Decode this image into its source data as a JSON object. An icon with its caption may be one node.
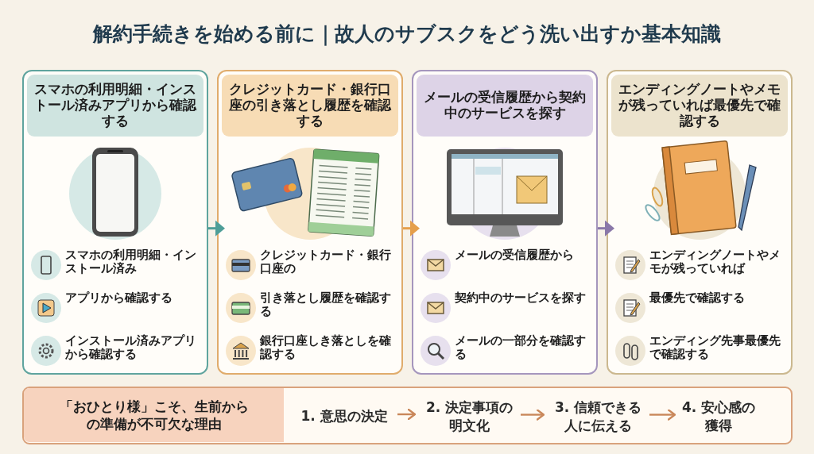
{
  "diagram": {
    "title": "解約手続きを始める前に｜故人のサブスクをどう洗い出すか基本知識",
    "nodes": [
      {
        "text": [
          "スマホの利用明細・インストール済みアプリから確認する",
          "スマホの利用明細・インストール済み",
          "アプリから確認する",
          "インストール済みアプリから確認する"
        ]
      },
      {
        "text": [
          "クレジットカード・銀行口座の引き落とし履歴を確認する",
          "クレジットカード・銀行口座の",
          "引き落とし履歴を確認する",
          "銀行口座しき落としを確認する"
        ]
      },
      {
        "text": [
          "メールの受信履歴から契約中のサービスを探す",
          "メールの受信履歴から",
          "契約中のサービスを探す",
          "メールの一部分を確認する"
        ]
      },
      {
        "text": [
          "エンディングノートやメモが残っていれば最優先で確認する",
          "エンディングノートやメモが残っていれば",
          "最優先で確認する",
          "エンディング先事最優先で確認する"
        ]
      },
      {
        "text": [],
        "shape": "box"
      },
      {
        "text": [
          "「おひとり様」こそ、生前からの準備が不可欠な理由"
        ],
        "in": 4
      },
      {
        "text": [
          "1. 意思の決定"
        ],
        "in": 4
      },
      {
        "text": [
          "2. 決定事項の明文化"
        ],
        "in": 4
      },
      {
        "text": [
          "3. 信頼できる人に伝える"
        ],
        "in": 4
      },
      {
        "text": [
          "4. 安心感の獲得"
        ],
        "in": 4
      }
    ],
    "edges": [
      {
        "from": 0,
        "to": 1,
        "arrow": "to",
        "color": "#4e9e98"
      },
      {
        "from": 1,
        "to": 2,
        "arrow": "to",
        "color": "#e59f4c"
      },
      {
        "from": 2,
        "to": 3,
        "arrow": "to",
        "color": "#8a78a9"
      },
      {
        "from": 6,
        "to": 7,
        "arrow": "to",
        "color": "#c9875a"
      },
      {
        "from": 7,
        "to": 8,
        "arrow": "to",
        "color": "#c9875a"
      },
      {
        "from": 8,
        "to": 9,
        "arrow": "to",
        "color": "#c9875a"
      }
    ]
  }
}
